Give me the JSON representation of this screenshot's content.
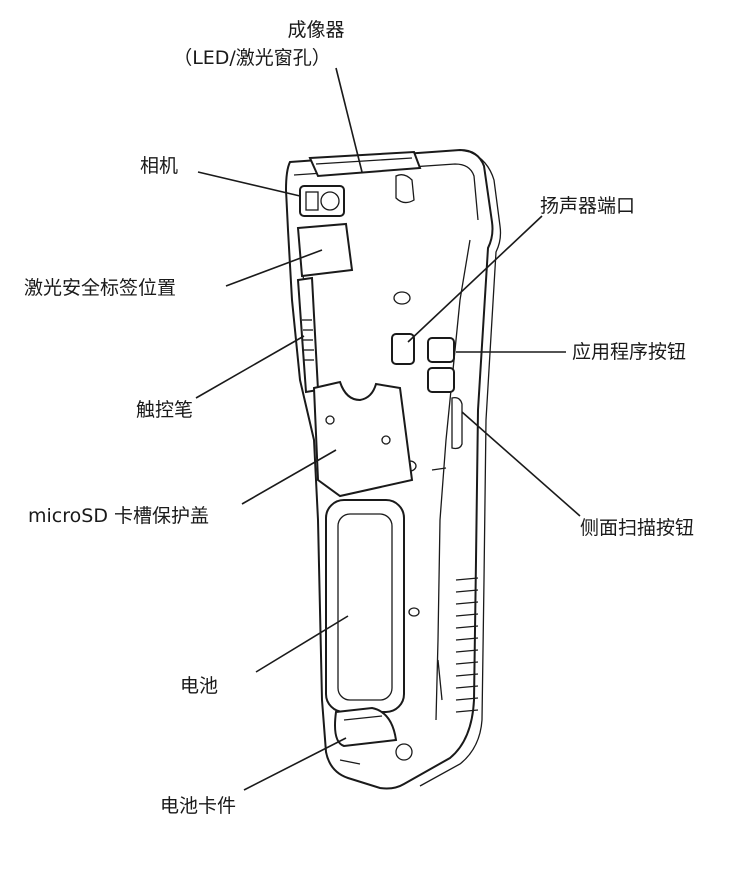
{
  "diagram": {
    "labels": {
      "imager_line1": "成像器",
      "imager_line2": "（LED/激光窗孔）",
      "camera": "相机",
      "laser_label": "激光安全标签位置",
      "stylus": "触控笔",
      "microsd": "microSD 卡槽保护盖",
      "battery": "电池",
      "battery_latch": "电池卡件",
      "speaker": "扬声器端口",
      "app_buttons": "应用程序按钮",
      "side_scan": "侧面扫描按钮"
    }
  }
}
